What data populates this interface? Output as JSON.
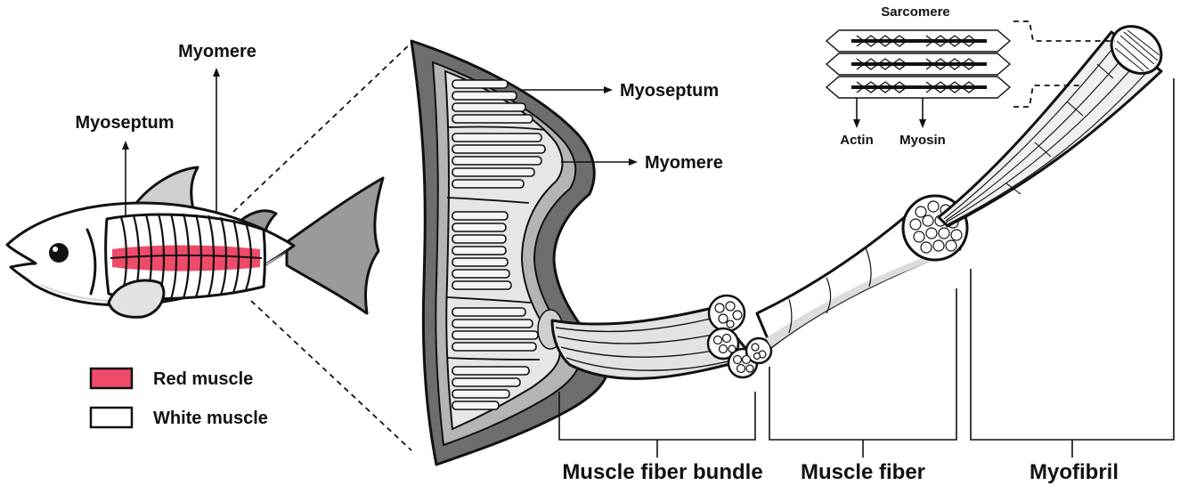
{
  "colors": {
    "red_muscle": "#f04a6a",
    "white_muscle": "#ffffff",
    "outline": "#111111",
    "light_gray": "#e6e6e6",
    "mid_gray": "#b4b4b4",
    "dark_gray": "#6e6e6e"
  },
  "fish": {
    "label_myoseptum": "Myoseptum",
    "label_myomere": "Myomere"
  },
  "legend": {
    "red_label": "Red muscle",
    "white_label": "White muscle"
  },
  "cross_section": {
    "label_myoseptum": "Myoseptum",
    "label_myomere": "Myomere"
  },
  "sarcomere": {
    "title": "Sarcomere",
    "actin_label": "Actin",
    "myosin_label": "Myosin"
  },
  "hierarchy": {
    "bundle_label": "Muscle fiber bundle",
    "fiber_label": "Muscle fiber",
    "myofibril_label": "Myofibril"
  }
}
